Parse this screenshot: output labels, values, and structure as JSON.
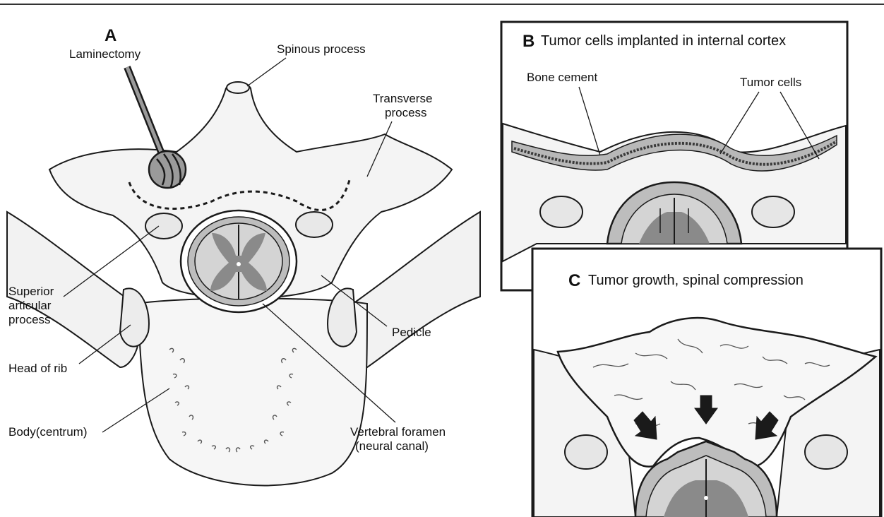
{
  "panel_a": {
    "letter": "A",
    "tool_label": "Laminectomy",
    "labels": {
      "spinous_process": "Spinous process",
      "transverse_process_1": "Transverse",
      "transverse_process_2": "process",
      "superior_articular_1": "Superior",
      "superior_articular_2": "articular",
      "superior_articular_3": "process",
      "pedicle": "Pedicle",
      "head_of_rib": "Head of rib",
      "body": "Body(centrum)",
      "vertebral_foramen_1": "Vertebral foramen",
      "vertebral_foramen_2": "(neural canal)"
    }
  },
  "panel_b": {
    "letter": "B",
    "title": "Tumor cells implanted in internal cortex",
    "labels": {
      "bone_cement": "Bone cement",
      "tumor_cells": "Tumor cells"
    }
  },
  "panel_c": {
    "letter": "C",
    "title": "Tumor growth, spinal compression"
  },
  "colors": {
    "line": "#1a1a1a",
    "bone": "#f4f4f4",
    "cord_gray": "#8a8a8a",
    "cord_light": "#d4d4d4",
    "cement": "#b8b8b8"
  }
}
